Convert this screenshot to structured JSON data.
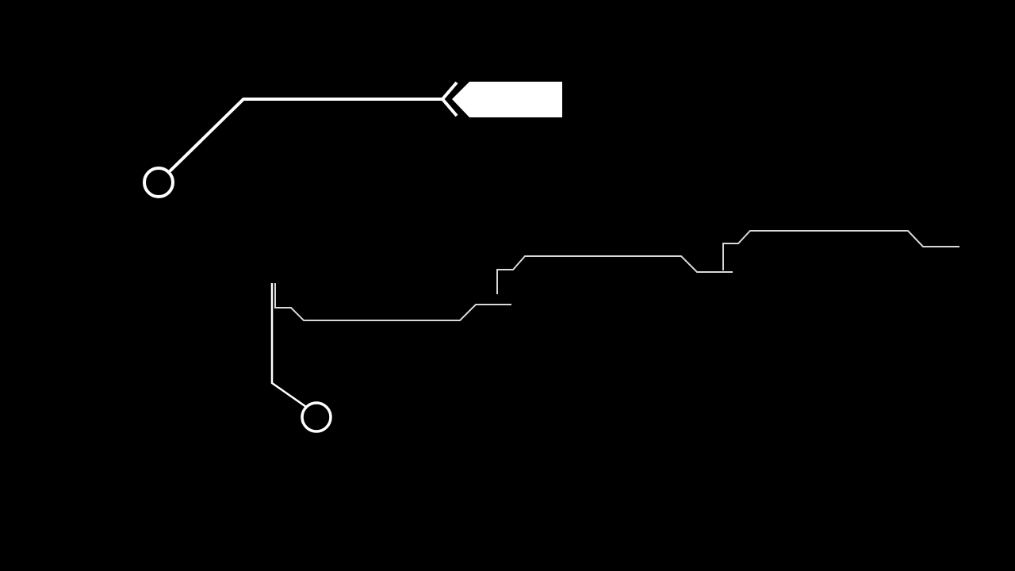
{
  "colors": {
    "background": "#000000",
    "primary_stroke": "#ffffff",
    "secondary_stroke": "#d9d9d9"
  },
  "callouts": [
    {
      "name": "upper-callout",
      "icon": "circle-anchor",
      "label_shape": "arrow-tag",
      "label_text": ""
    },
    {
      "name": "lower-callout",
      "icon": "circle-anchor",
      "label_shape": "stepped-lines",
      "label_text": ""
    }
  ]
}
